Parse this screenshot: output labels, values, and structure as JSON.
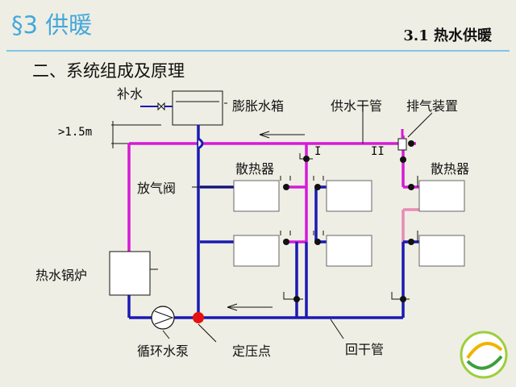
{
  "header": {
    "section_title": "§3 供暖",
    "topic": "3.1 热水供暖"
  },
  "subtitle": "二、系统组成及原理",
  "labels": {
    "makeup_water": "补水",
    "expansion_tank": "膨胀水箱",
    "supply_main": "供水干管",
    "air_vent_device": "排气装置",
    "height": ">1.5m",
    "riser_1": "I",
    "riser_2": "II",
    "radiator_left": "散热器",
    "radiator_right": "散热器",
    "air_release_valve": "放气阀",
    "boiler": "热水锅炉",
    "pump": "循环水泵",
    "pressure_point": "定压点",
    "return_main": "回干管"
  },
  "colors": {
    "supply": "#d61ad6",
    "return": "#1a1ab4",
    "return_light": "#e88ab8",
    "pressure_point": "#e81010",
    "accent": "#44a8dc"
  }
}
